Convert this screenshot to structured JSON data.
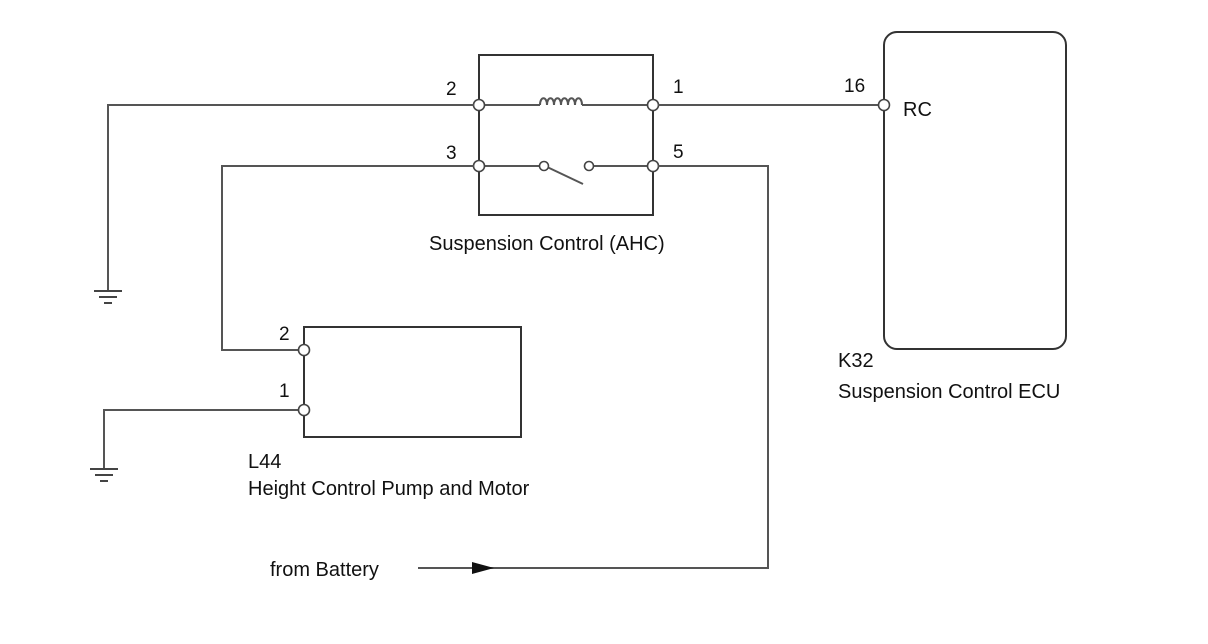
{
  "relay": {
    "name": "Suspension Control (AHC)",
    "pins": {
      "coil_in": "2",
      "coil_out": "1",
      "switch_in": "3",
      "switch_out": "5"
    }
  },
  "ecu": {
    "code": "K32",
    "name": "Suspension Control ECU",
    "pin_number": "16",
    "pin_name": "RC"
  },
  "pump": {
    "code": "L44",
    "name": "Height Control Pump and Motor",
    "pins": {
      "upper": "2",
      "lower": "1"
    }
  },
  "battery": {
    "label": "from Battery"
  },
  "colors": {
    "wire": "#555555",
    "outline": "#333333",
    "text": "#111111"
  }
}
